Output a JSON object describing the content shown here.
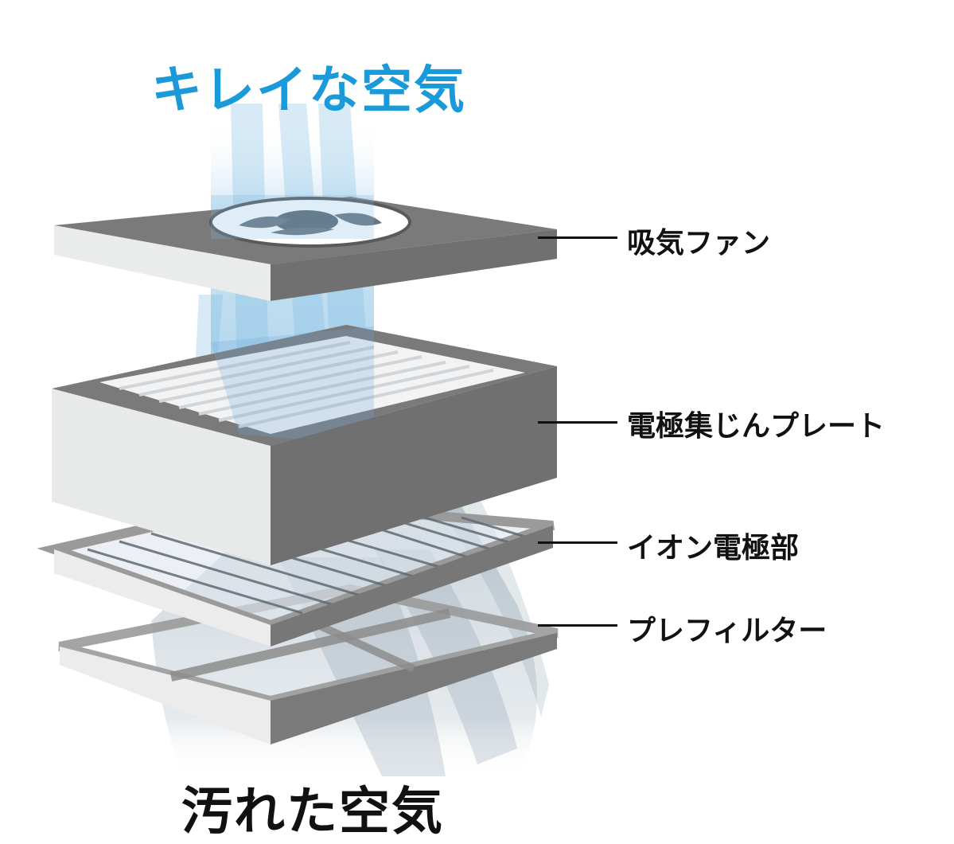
{
  "title_clean_air": "キレイな空気",
  "title_dirty_air": "汚れた空気",
  "colors": {
    "clean_air_text": "#1a9ad9",
    "dark_face": "#707070",
    "light_face": "#e8eaea",
    "top_face": "#7a7a7a",
    "airflow_blue": "#9fcbe8",
    "airflow_gray": "#a9b7c2"
  },
  "components": [
    {
      "id": "intake-fan",
      "label": "吸気ファン"
    },
    {
      "id": "electrode-collector-plate",
      "label": "電極集じんプレート"
    },
    {
      "id": "ion-electrode",
      "label": "イオン電極部"
    },
    {
      "id": "prefilter",
      "label": "プレフィルター"
    }
  ]
}
